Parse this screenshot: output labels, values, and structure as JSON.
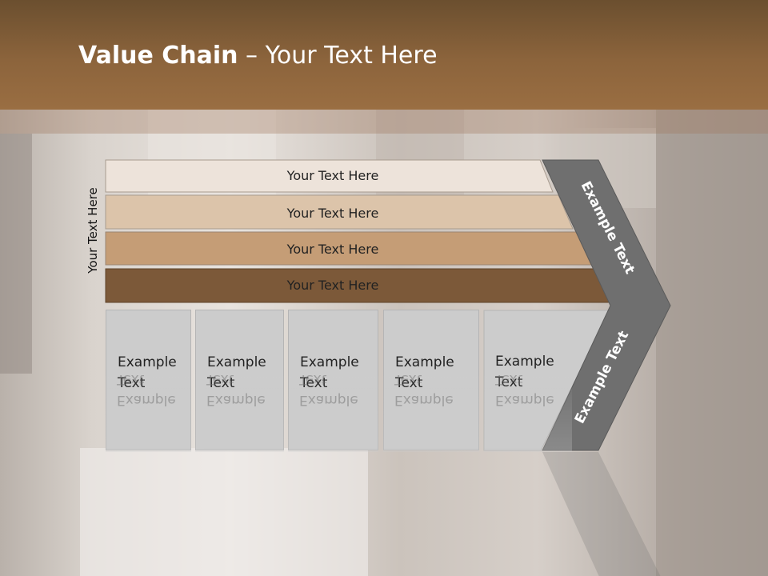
{
  "title": {
    "bold": "Value Chain",
    "rest": " – Your Text Here"
  },
  "side_label": "Your Text Here",
  "bars": [
    {
      "label": "Your Text Here",
      "fill": "#ede3da"
    },
    {
      "label": "Your Text Here",
      "fill": "#dcc4aa"
    },
    {
      "label": "Your Text Here",
      "fill": "#c59d76"
    },
    {
      "label": "Your Text Here",
      "fill": "#7c5939"
    }
  ],
  "boxes": [
    {
      "line1": "Example",
      "line2": "Text"
    },
    {
      "line1": "Example",
      "line2": "Text"
    },
    {
      "line1": "Example",
      "line2": "Text"
    },
    {
      "line1": "Example",
      "line2": "Text"
    },
    {
      "line1": "Example",
      "line2": "Text"
    }
  ],
  "chevron": {
    "upper_label": "Example Text",
    "lower_label": "Example Text",
    "fill": "#6f6f6f"
  },
  "colors": {
    "header": "#8c643c",
    "box": "#cccccc"
  }
}
